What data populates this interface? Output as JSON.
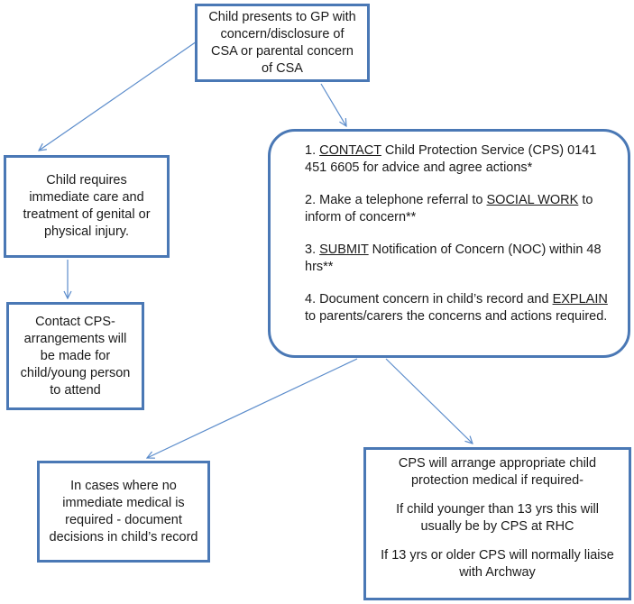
{
  "boxes": {
    "start": "Child presents to GP with concern/disclosure of CSA or parental concern of CSA",
    "immediate_care": "Child requires immediate care and treatment of genital or physical injury.",
    "contact_cps": "Contact CPS- arrangements will be made for child/young person to attend",
    "no_immediate": "In cases where no immediate medical is required - document decisions in child’s record",
    "actions": {
      "step1": {
        "prefix": "1. ",
        "keyword": "CONTACT",
        "rest": " Child Protection Service (CPS) 0141 451 6605 for advice and agree actions*"
      },
      "step2": {
        "prefix": "2. Make a telephone referral to ",
        "keyword": "SOCIAL WORK",
        "rest": " to inform of concern**"
      },
      "step3": {
        "prefix": "3. ",
        "keyword": "SUBMIT",
        "rest": " Notification of Concern (NOC) within 48 hrs**"
      },
      "step4": {
        "prefix": "4. Document concern in child’s record and ",
        "keyword": "EXPLAIN",
        "rest": " to parents/carers the concerns and actions required."
      }
    },
    "cps_medical": {
      "line1": "CPS will arrange appropriate child protection medical if required-",
      "line2": "If child younger than 13 yrs this will usually be by CPS at RHC",
      "line3": "If 13 yrs or older CPS will normally liaise with Archway"
    }
  },
  "colors": {
    "border": "#4a78b5",
    "arrow": "#5b8ccb"
  }
}
